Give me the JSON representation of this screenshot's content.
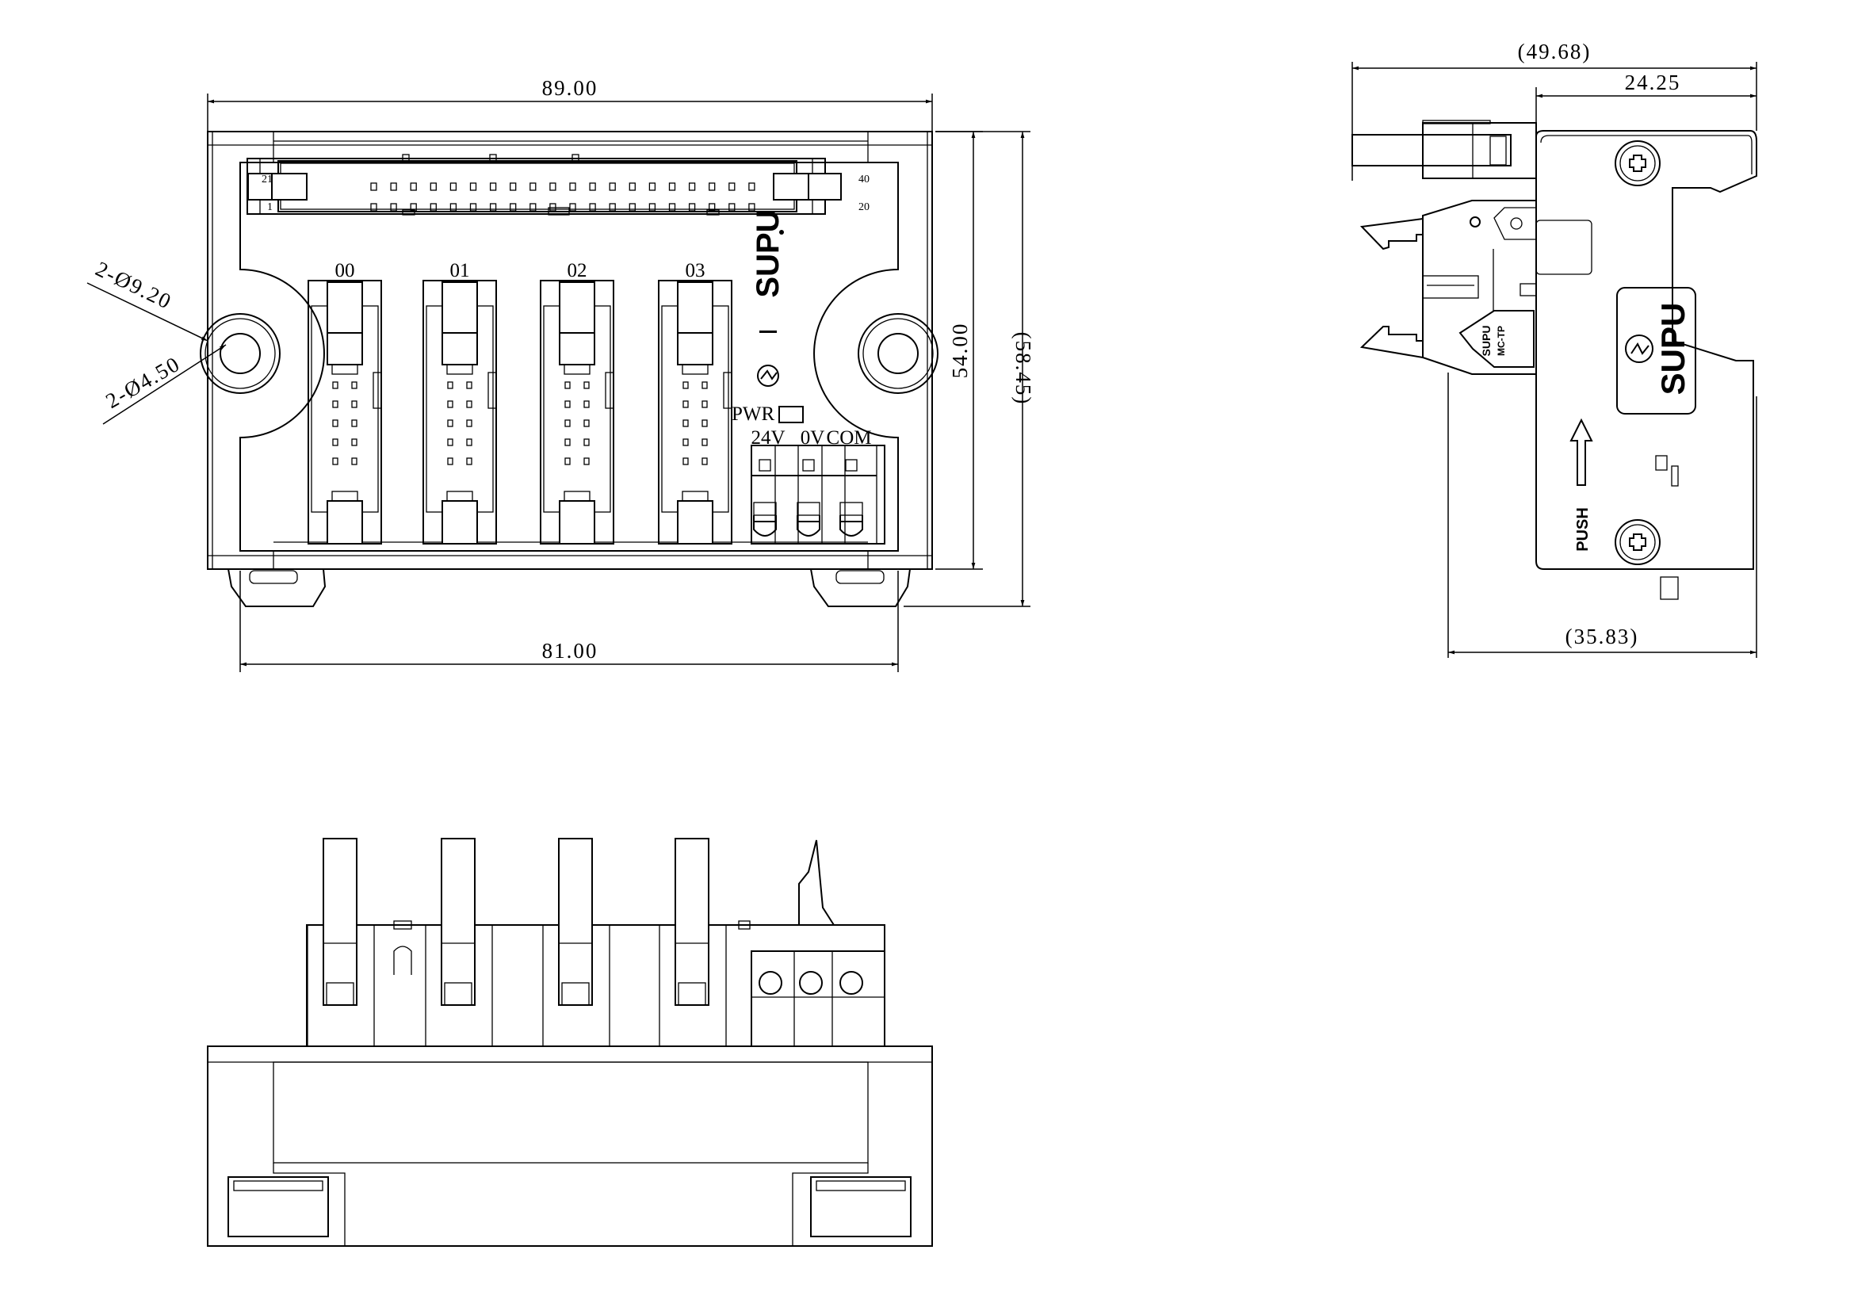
{
  "drawing": {
    "colors": {
      "line": "#000000",
      "background": "#ffffff"
    },
    "front_view": {
      "dimensions": {
        "width_overall": "89.00",
        "width_mounting": "81.00",
        "height_body": "54.00",
        "height_overall": "(58.45)",
        "hole_outer": "2-Ø9.20",
        "hole_inner": "2-Ø4.50"
      },
      "header_pin_labels": {
        "top_left": "21",
        "bottom_left": "1",
        "top_right": "40",
        "bottom_right": "20"
      },
      "channel_labels": [
        "00",
        "01",
        "02",
        "03"
      ],
      "brand": "SUPU",
      "led_label": "PWR",
      "terminal_labels": [
        "24V",
        "0V",
        "COM"
      ]
    },
    "side_view": {
      "dimensions": {
        "depth_overall": "(49.68)",
        "depth_plate": "24.25",
        "depth_base": "(35.83)"
      },
      "brand": "SUPU",
      "push_label": "PUSH",
      "clip_brand": "SUPU",
      "clip_model": "MC-TP"
    }
  }
}
